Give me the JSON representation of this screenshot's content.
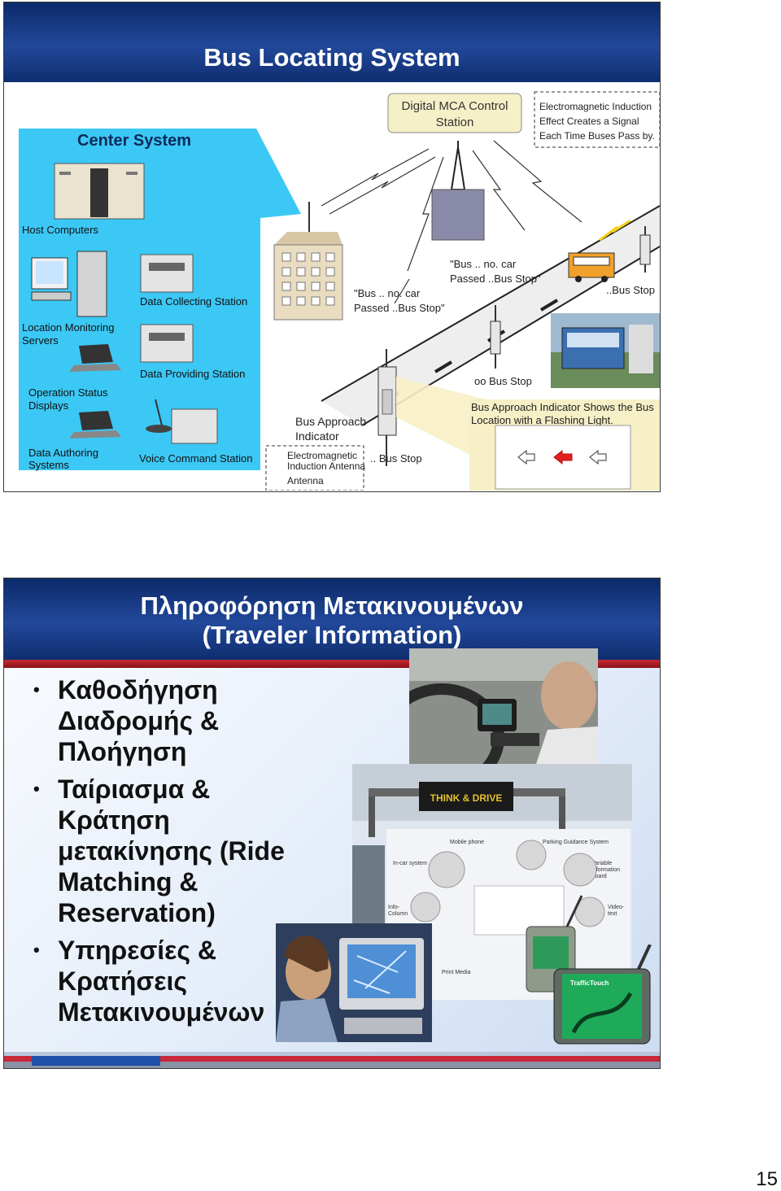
{
  "slide1": {
    "title": "Bus Locating System",
    "labels": {
      "center_system": "Center System",
      "host_computers": "Host Computers",
      "data_collecting_station": "Data Collecting Station",
      "location_monitoring_line1": "Location Monitoring",
      "location_monitoring_line2": "Servers",
      "data_providing_station": "Data Providing Station",
      "operation_status_line1": "Operation Status",
      "operation_status_line2": "Displays",
      "data_authoring_line1": "Data Authoring",
      "data_authoring_line2": "Systems",
      "voice_command_station": "Voice Command Station",
      "digital_mca_line1": "Digital MCA Control",
      "digital_mca_line2": "Station",
      "em_induction_line1": "Electromagnetic Induction",
      "em_induction_line2": "Effect Creates a Signal",
      "em_induction_line3": "Each Time Buses Pass by.",
      "bus_passed_a_line1": "\"Bus .. no. car",
      "bus_passed_a_line2": "Passed ..Bus Stop\"",
      "bus_passed_b_line1": "\"Bus .. no. car",
      "bus_passed_b_line2": "Passed ..Bus Stop\"",
      "bus_stop_right": "..Bus Stop",
      "bus_stop_mid": "oo Bus Stop",
      "bus_approach_line1": "Bus Approach",
      "bus_approach_line2": "Indicator",
      "approach_shows_line1": "Bus Approach Indicator Shows the Bus",
      "approach_shows_line2": "Location with a Flashing Light.",
      "em_antenna_line1": "Electromagnetic",
      "em_antenna_line2": "Induction Antenna",
      "antenna": "Antenna",
      "bus_stop_low": ".. Bus Stop"
    }
  },
  "slide2": {
    "title_line1": "Πληροφόρηση Μετακινουμένων",
    "title_line2": "(Traveler Information)",
    "bullet_char": "•",
    "bullets": [
      {
        "lines": [
          "Καθοδήγηση",
          "Διαδρομής &",
          "Πλοήγηση"
        ]
      },
      {
        "lines": [
          "Ταίριασμα &",
          "Κράτηση",
          "μετακίνησης (Ride",
          "Matching &",
          "Reservation)"
        ]
      },
      {
        "lines": [
          "Υπηρεσίες &",
          "Κρατήσεις",
          "Μετακινουμένων"
        ]
      }
    ],
    "photo_labels": {
      "sign": "THINK & DRIVE",
      "mobile_phone": "Mobile phone",
      "parking_guidance": "Parking Guidance System",
      "in_car_system": "In-car system",
      "variable_info_line1": "Variable",
      "variable_info_line2": "Information",
      "variable_info_line3": "Board",
      "info_column_line1": "Info-",
      "info_column_line2": "Column",
      "videotext_line1": "Video-",
      "videotext_line2": "text",
      "print_media": "Print Media",
      "traffic_touch": "TrafficTouch"
    }
  },
  "page_number": "15",
  "colors": {
    "header_blue": "#1c3f8c",
    "accent_red": "#c52b33",
    "center_panel_cyan": "#39c6f4"
  }
}
